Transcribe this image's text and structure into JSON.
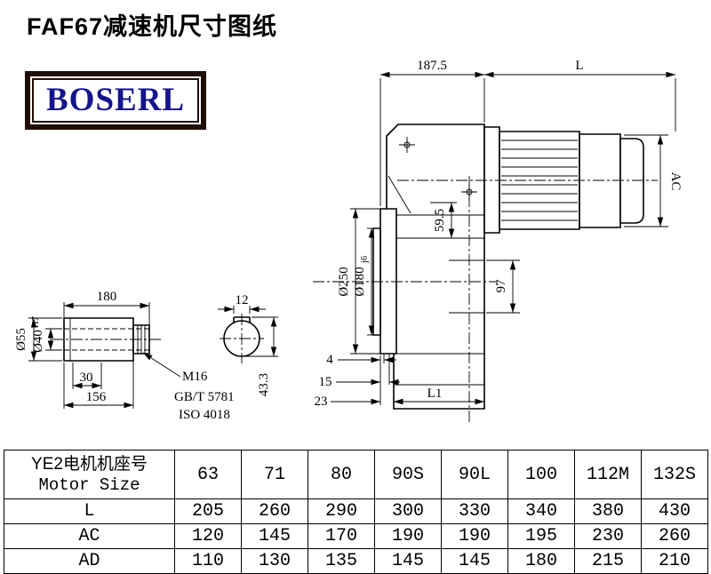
{
  "page": {
    "title": "FAF67减速机尺寸图纸",
    "brand": "BOSERL"
  },
  "dims": {
    "w1875": "187.5",
    "L": "L",
    "AC": "AC",
    "d250": "Ø250",
    "d180": "Ø180",
    "d180_fit": "j6",
    "h595": "59.5",
    "h97": "97",
    "o4": "4",
    "o15": "15",
    "o23": "23",
    "L1": "L1",
    "shaft_len": "180",
    "key_w": "12",
    "o30": "30",
    "o156": "156",
    "d55": "Ø55",
    "d40": "Ø40",
    "d40_fit": "H7",
    "thread": "M16",
    "std1": "GB/T 5781",
    "std2": "ISO 4018",
    "h433": "43.3"
  },
  "table": {
    "header": {
      "label_cn": "YE2电机机座号",
      "label_en": "Motor Size",
      "sizes": [
        "63",
        "71",
        "80",
        "90S",
        "90L",
        "100",
        "112M",
        "132S"
      ]
    },
    "rows": [
      {
        "label": "L",
        "values": [
          "205",
          "260",
          "290",
          "300",
          "330",
          "340",
          "380",
          "430"
        ]
      },
      {
        "label": "AC",
        "values": [
          "120",
          "145",
          "170",
          "190",
          "190",
          "195",
          "230",
          "260"
        ]
      },
      {
        "label": "AD",
        "values": [
          "110",
          "130",
          "135",
          "145",
          "145",
          "180",
          "215",
          "210"
        ]
      }
    ]
  }
}
